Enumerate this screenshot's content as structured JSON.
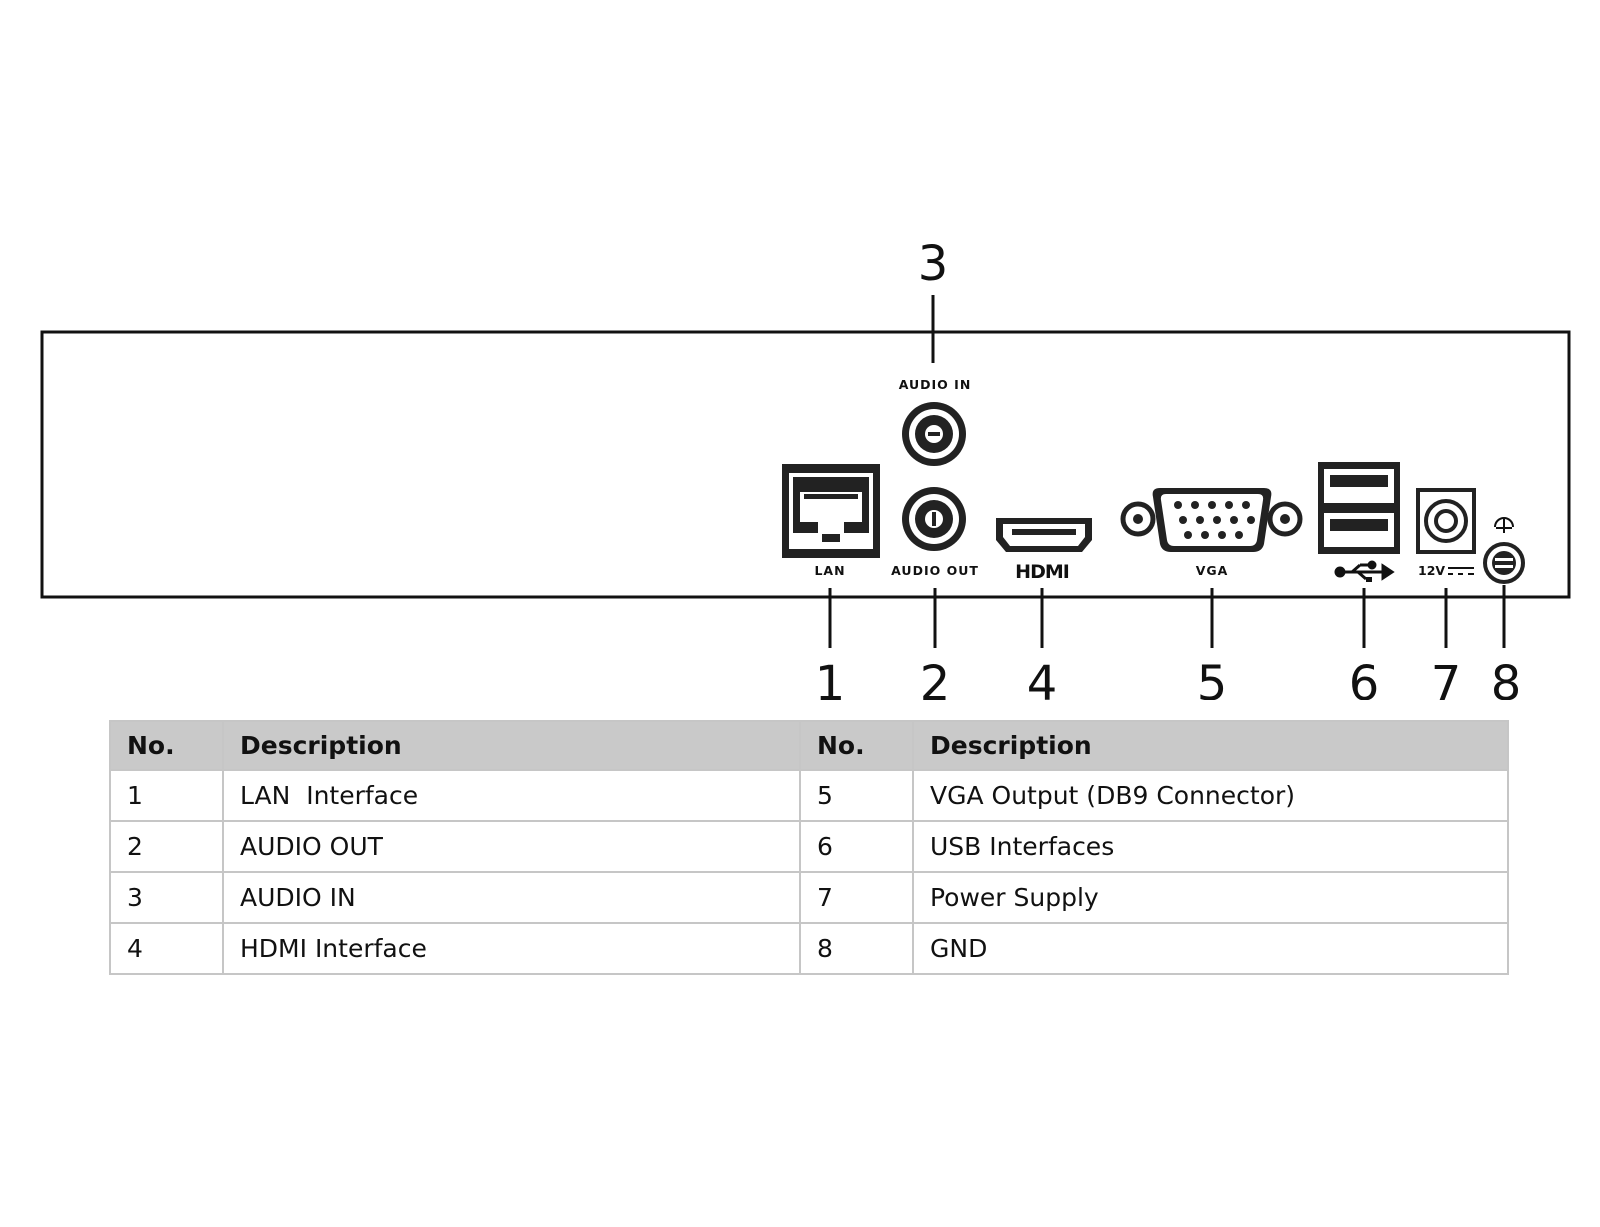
{
  "callouts": {
    "n1": "1",
    "n2": "2",
    "n3": "3",
    "n4": "4",
    "n5": "5",
    "n6": "6",
    "n7": "7",
    "n8": "8"
  },
  "panel_labels": {
    "audio_in": "AUDIO IN",
    "lan": "LAN",
    "audio_out": "AUDIO OUT",
    "hdmi": "HDMI",
    "vga": "VGA",
    "power": "12V"
  },
  "icons": {
    "usb": "usb-trident-icon",
    "ground": "ground-symbol-icon",
    "dc_polarity": "dc-symbol-icon"
  },
  "table": {
    "headers": {
      "no": "No.",
      "desc": "Description",
      "no2": "No.",
      "desc2": "Description"
    },
    "rows": [
      {
        "no": "1",
        "desc": "LAN  Interface",
        "no2": "5",
        "desc2": "VGA Output (DB9 Connector)"
      },
      {
        "no": "2",
        "desc": "AUDIO OUT",
        "no2": "6",
        "desc2": "USB Interfaces"
      },
      {
        "no": "3",
        "desc": "AUDIO IN",
        "no2": "7",
        "desc2": "Power Supply"
      },
      {
        "no": "4",
        "desc": "HDMI Interface",
        "no2": "8",
        "desc2": "GND"
      }
    ]
  },
  "colors": {
    "line": "#111111",
    "header_bg": "#c9c9c9",
    "grid": "#c6c6c6"
  }
}
